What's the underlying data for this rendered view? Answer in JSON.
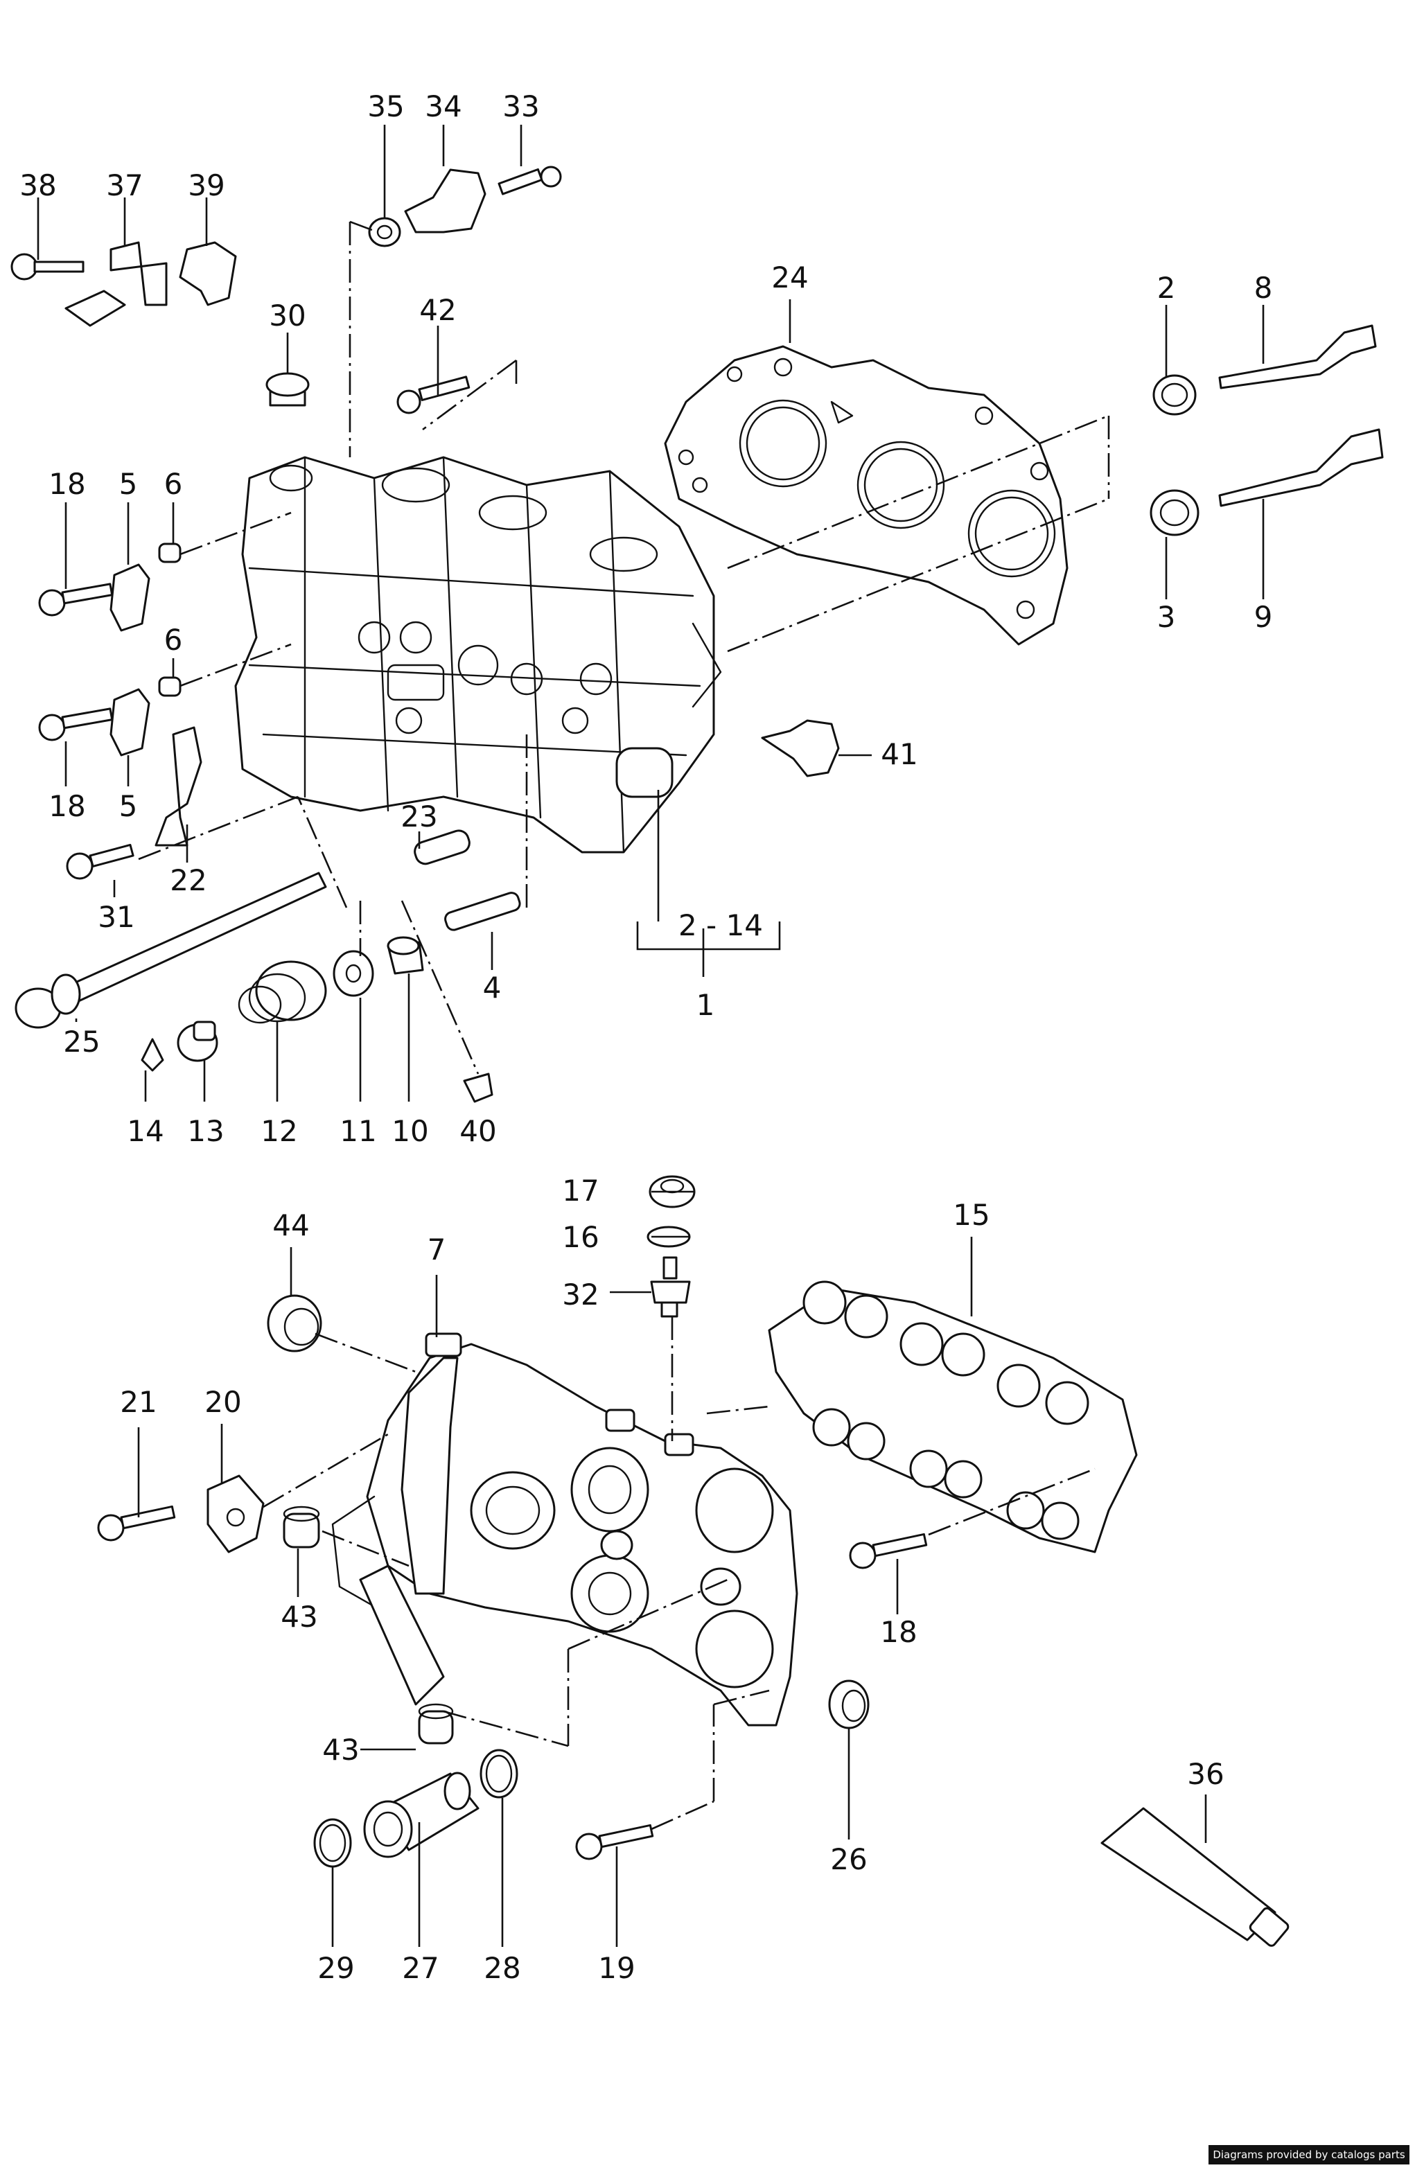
{
  "callouts": {
    "c1": "1",
    "c2": "2",
    "c3": "3",
    "c4": "4",
    "c5a": "5",
    "c5b": "5",
    "c6a": "6",
    "c6b": "6",
    "c7": "7",
    "c8": "8",
    "c9": "9",
    "c10": "10",
    "c11": "11",
    "c12": "12",
    "c13": "13",
    "c14": "14",
    "c15": "15",
    "c16": "16",
    "c17": "17",
    "c18a": "18",
    "c18b": "18",
    "c18c": "18",
    "c19": "19",
    "c20": "20",
    "c21": "21",
    "c22": "22",
    "c23": "23",
    "c24": "24",
    "c25": "25",
    "c26": "26",
    "c27": "27",
    "c28": "28",
    "c29": "29",
    "c30": "30",
    "c31": "31",
    "c32": "32",
    "c33": "33",
    "c34": "34",
    "c35": "35",
    "c36": "36",
    "c37": "37",
    "c38": "38",
    "c39": "39",
    "c40": "40",
    "c41": "41",
    "c42": "42",
    "c43a": "43",
    "c43b": "43",
    "c44": "44",
    "c2_14": "2 - 14"
  },
  "footer": {
    "credit": "Diagrams provided by catalogs parts"
  }
}
